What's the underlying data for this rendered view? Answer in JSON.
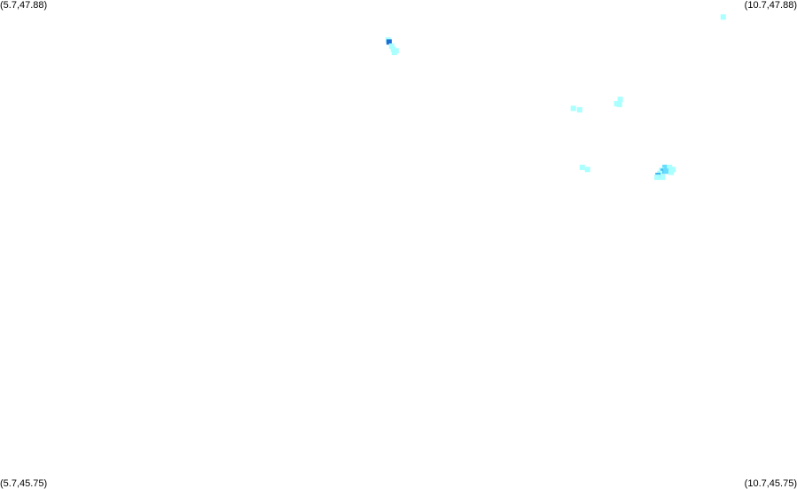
{
  "map": {
    "bounds": {
      "lon_min": 5.7,
      "lon_max": 10.7,
      "lat_min": 45.75,
      "lat_max": 47.88
    },
    "corner_labels": {
      "top_left": "(5.7,47.88)",
      "top_right": "(10.7,47.88)",
      "bottom_left": "(5.7,45.75)",
      "bottom_right": "(10.7,45.75)"
    },
    "colors": {
      "background": "#ffffff",
      "low": "#aaffff",
      "mid": "#66ddff",
      "high": "#44bbee",
      "max": "#1f6ed4"
    }
  },
  "chart_data": {
    "type": "heatmap",
    "x_label": "",
    "y_label": "",
    "xlim": [
      5.7,
      10.7
    ],
    "ylim": [
      45.75,
      47.88
    ],
    "points": [
      {
        "lon": 10.237,
        "lat": 47.806,
        "level": "low"
      },
      {
        "lon": 8.135,
        "lat": 47.706,
        "level": "low"
      },
      {
        "lon": 8.141,
        "lat": 47.697,
        "level": "max"
      },
      {
        "lon": 8.157,
        "lat": 47.679,
        "level": "low"
      },
      {
        "lon": 8.168,
        "lat": 47.665,
        "level": "low"
      },
      {
        "lon": 8.185,
        "lat": 47.659,
        "level": "low"
      },
      {
        "lon": 8.174,
        "lat": 47.652,
        "level": "low"
      },
      {
        "lon": 9.591,
        "lat": 47.447,
        "level": "low"
      },
      {
        "lon": 9.569,
        "lat": 47.428,
        "level": "low"
      },
      {
        "lon": 9.586,
        "lat": 47.425,
        "level": "low"
      },
      {
        "lon": 9.297,
        "lat": 47.408,
        "level": "low"
      },
      {
        "lon": 9.336,
        "lat": 47.402,
        "level": "low"
      },
      {
        "lon": 9.353,
        "lat": 47.151,
        "level": "low"
      },
      {
        "lon": 9.386,
        "lat": 47.142,
        "level": "low"
      },
      {
        "lon": 9.872,
        "lat": 47.151,
        "level": "mid"
      },
      {
        "lon": 9.9,
        "lat": 47.151,
        "level": "low"
      },
      {
        "lon": 9.922,
        "lat": 47.142,
        "level": "low"
      },
      {
        "lon": 9.85,
        "lat": 47.138,
        "level": "low"
      },
      {
        "lon": 9.861,
        "lat": 47.134,
        "level": "high"
      },
      {
        "lon": 9.878,
        "lat": 47.134,
        "level": "mid"
      },
      {
        "lon": 9.911,
        "lat": 47.129,
        "level": "low"
      },
      {
        "lon": 9.839,
        "lat": 47.125,
        "level": "low"
      },
      {
        "lon": 9.828,
        "lat": 47.116,
        "level": "high"
      },
      {
        "lon": 9.856,
        "lat": 47.108,
        "level": "low"
      },
      {
        "lon": 9.822,
        "lat": 47.108,
        "level": "low"
      }
    ]
  }
}
